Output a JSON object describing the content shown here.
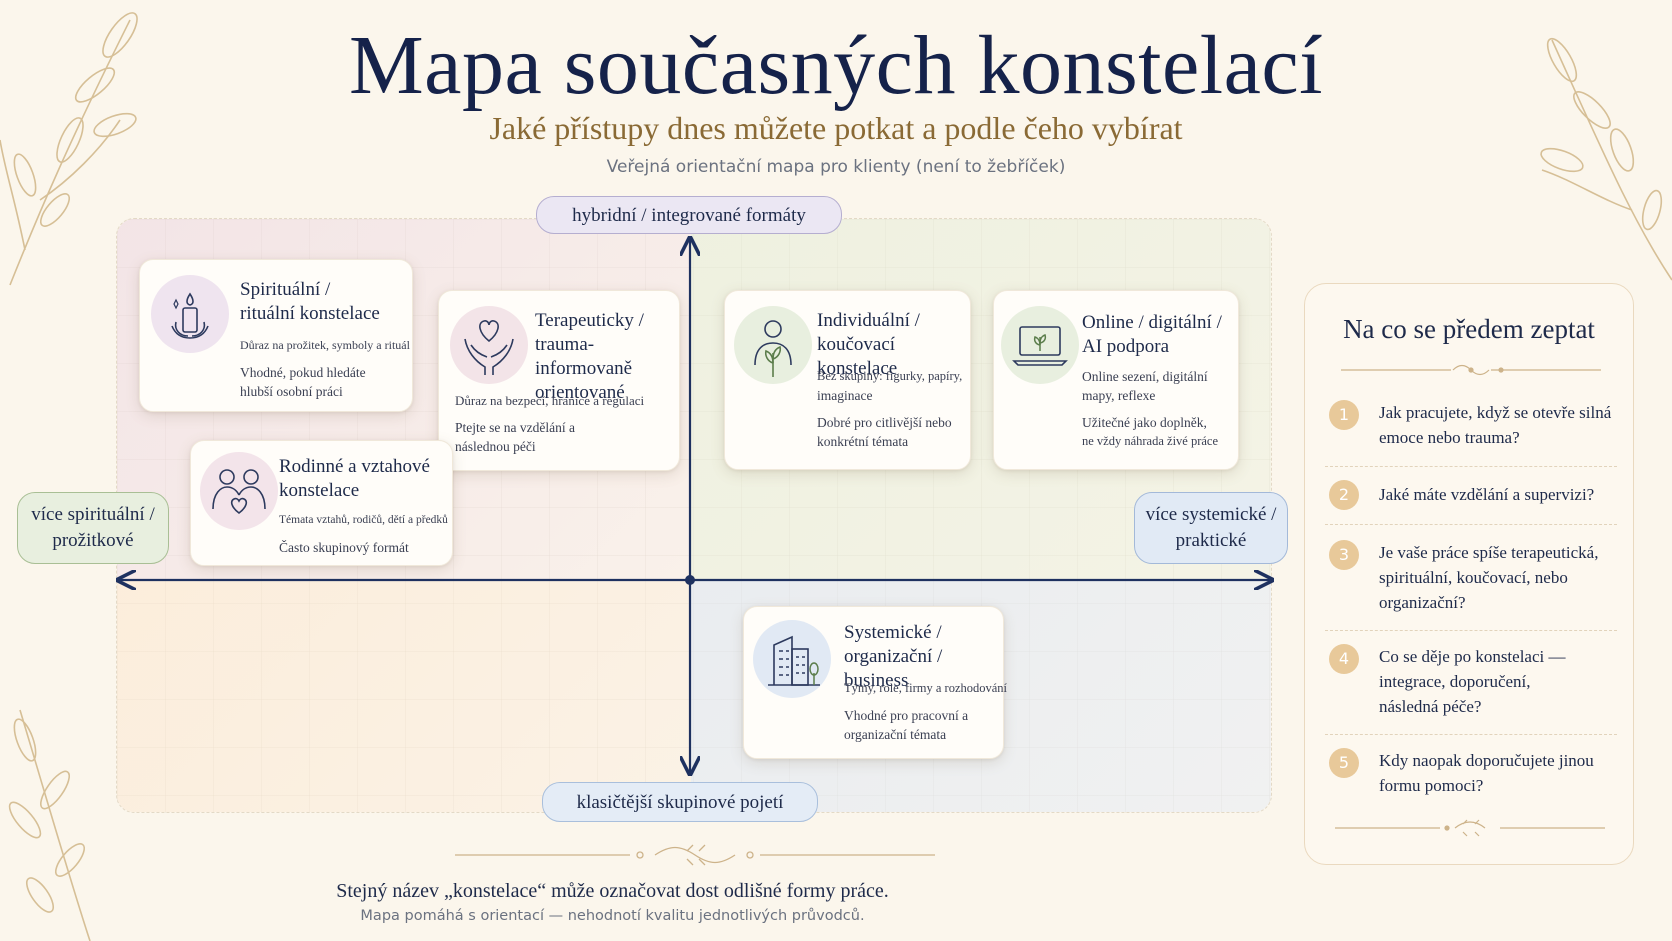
{
  "header": {
    "title": "Mapa současných konstelací",
    "subtitle": "Jaké přístupy dnes můžete potkat a podle čeho vybírat",
    "tagline": "Veřejná orientační mapa pro klienty (není to žebříček)"
  },
  "axes": {
    "top": "hybridní / integrované formáty",
    "bottom": "klasičtější skupinové pojetí",
    "left_line1": "více spirituální /",
    "left_line2": "prožitkové",
    "right_line1": "více systemické /",
    "right_line2": "praktické"
  },
  "cards": {
    "spiritual": {
      "icon": "candle-lotus-icon",
      "title1": "Spirituální /",
      "title2": "rituální konstelace",
      "desc1": "Důraz na prožitek, symboly a rituál",
      "desc2": "Vhodné, pokud hledáte",
      "desc3": "hlubší osobní práci"
    },
    "therapeutic": {
      "icon": "hands-heart-icon",
      "title1": "Terapeuticky /",
      "title2": "trauma-informovaně",
      "title3": "orientované",
      "desc1": "Důraz na bezpečí, hranice a regulaci",
      "desc2": "Ptejte se na vzdělání a",
      "desc3": "následnou péči"
    },
    "family": {
      "icon": "family-heart-icon",
      "title1": "Rodinné a vztahové",
      "title2": "konstelace",
      "desc1": "Témata vztahů, rodičů, dětí a předků",
      "desc2": "Často skupinový formát"
    },
    "individual": {
      "icon": "person-plant-icon",
      "title1": "Individuální /",
      "title2": "koučovací konstelace",
      "desc1": "Bez skupiny: figurky, papíry,",
      "desc2": "imaginace",
      "desc3": "Dobré pro citlivější nebo",
      "desc4": "konkrétní témata"
    },
    "online": {
      "icon": "laptop-plant-icon",
      "title1": "Online / digitální /",
      "title2": "AI podpora",
      "desc1": "Online sezení, digitální",
      "desc2": "mapy, reflexe",
      "desc3": "Užitečné jako doplněk,",
      "desc4": "ne vždy náhrada živé práce"
    },
    "systemic": {
      "icon": "office-building-icon",
      "title1": "Systemické /",
      "title2": "organizační / business",
      "desc1": "Týmy, role, firmy a rozhodování",
      "desc2": "Vhodné pro pracovní a",
      "desc3": "organizační témata"
    }
  },
  "panel": {
    "title": "Na co se předem zeptat",
    "questions": [
      {
        "num": "1",
        "line1": "Jak pracujete, když se otevře silná",
        "line2": "emoce nebo trauma?",
        "line3": ""
      },
      {
        "num": "2",
        "line1": "Jaké máte vzdělání a supervizi?",
        "line2": "",
        "line3": ""
      },
      {
        "num": "3",
        "line1": "Je vaše práce spíše terapeutická,",
        "line2": "spirituální, koučovací, nebo",
        "line3": "organizační?"
      },
      {
        "num": "4",
        "line1": "Co se děje po konstelaci —",
        "line2": "integrace, doporučení,",
        "line3": "následná péče?"
      },
      {
        "num": "5",
        "line1": "Kdy naopak doporučujete jinou",
        "line2": "formu pomoci?",
        "line3": ""
      }
    ]
  },
  "footer": {
    "main": "Stejný název „konstelace“ může označovat dost odlišné formy práce.",
    "sub": "Mapa pomáhá s orientací — nehodnotí kvalitu jednotlivých průvodců."
  },
  "colors": {
    "navy": "#15224a",
    "gold": "#8a6a35",
    "accent_number": "#e8c99a"
  }
}
